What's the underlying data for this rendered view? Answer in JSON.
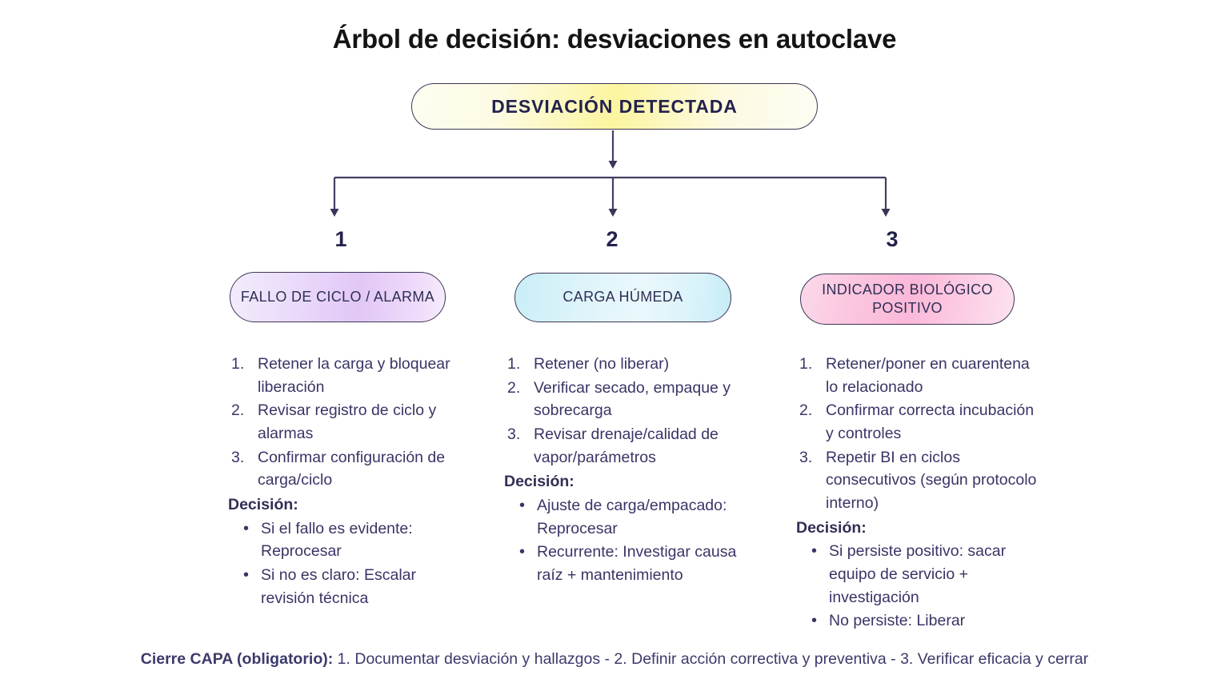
{
  "title": "Árbol de decisión: desviaciones en autoclave",
  "root": {
    "label": "DESVIACIÓN DETECTADA"
  },
  "branches": [
    {
      "number": "1",
      "pill_label": "FALLO DE CICLO / ALARMA",
      "steps": [
        "Retener la carga y bloquear liberación",
        "Revisar registro de ciclo y alarmas",
        "Confirmar configuración de carga/ciclo"
      ],
      "decision_label": "Decisión:",
      "decisions": [
        "Si el fallo es evidente: Reprocesar",
        "Si no es claro: Escalar revisión técnica"
      ],
      "accent": "#e2c7f6",
      "glow": "#e2b6f6"
    },
    {
      "number": "2",
      "pill_label": "CARGA HÚMEDA",
      "steps": [
        "Retener (no liberar)",
        "Verificar secado, empaque y sobrecarga",
        "Revisar drenaje/calidad de vapor/parámetros"
      ],
      "decision_label": "Decisión:",
      "decisions": [
        "Ajuste de carga/empacado: Reprocesar",
        "Recurrente: Investigar causa raíz + mantenimiento"
      ],
      "accent": "#c9eef7",
      "glow": "#a8ddf6"
    },
    {
      "number": "3",
      "pill_label": "INDICADOR BIOLÓGICO POSITIVO",
      "steps": [
        "Retener/poner en cuarentena lo relacionado",
        "Confirmar correcta incubación y controles",
        "Repetir BI en ciclos consecutivos (según protocolo interno)"
      ],
      "decision_label": "Decisión:",
      "decisions": [
        "Si persiste positivo: sacar equipo de servicio + investigación",
        "No persiste: Liberar"
      ],
      "accent": "#fbb8d8",
      "glow": "#fab2db"
    }
  ],
  "footer": {
    "strong": "Cierre CAPA (obligatorio):",
    "text": " 1. Documentar desviación y hallazgos - 2. Definir acción correctiva y preventiva - 3. Verificar eficacia y cerrar"
  },
  "colors": {
    "background": "#ffffff",
    "title_text": "#141414",
    "body_text": "#393566",
    "node_border": "#3c3757",
    "connector": "#443f63",
    "root_fill": "#fcf59f"
  }
}
